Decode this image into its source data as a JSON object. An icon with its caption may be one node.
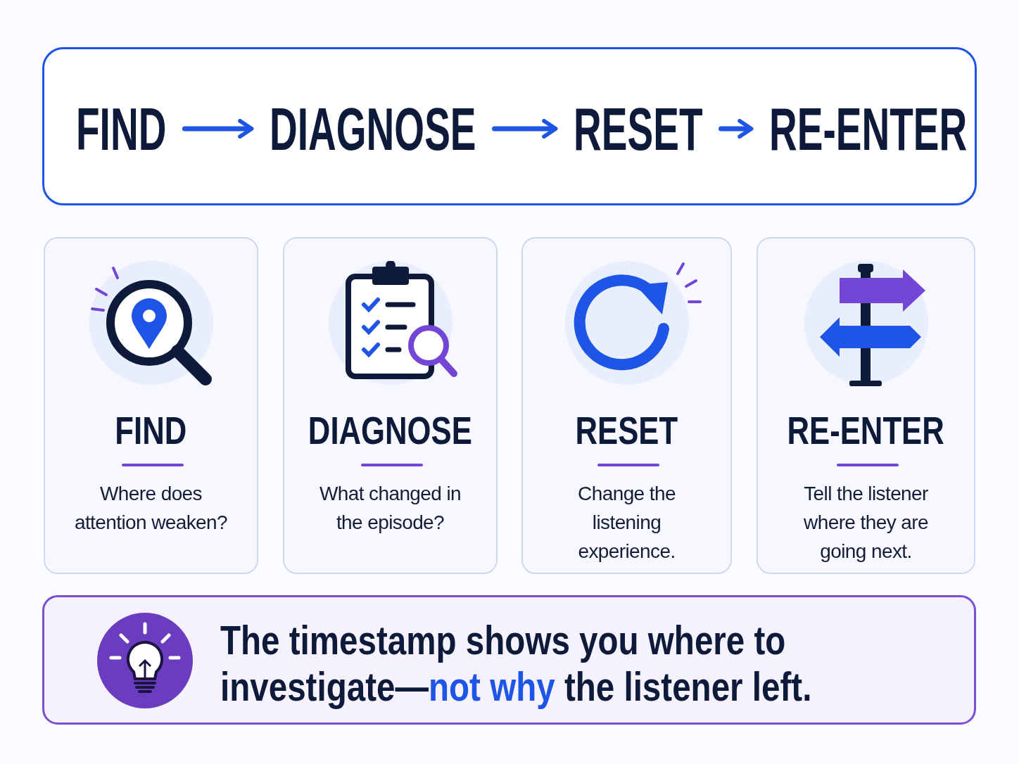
{
  "diagram": {
    "nodes": [
      {
        "text": [],
        "shape": "box"
      },
      {
        "text": [
          "FIND"
        ],
        "in": 0
      },
      {
        "text": [
          "DIAGNOSE"
        ],
        "in": 0
      },
      {
        "text": [
          "RESET"
        ],
        "in": 0
      },
      {
        "text": [
          "RE-ENTER"
        ],
        "in": 0
      },
      {
        "text": [
          "FIND",
          "Where does attention weaken?"
        ]
      },
      {
        "text": [
          "DIAGNOSE",
          "What changed in the episode?"
        ]
      },
      {
        "text": [
          "RESET",
          "Change the listening experience."
        ]
      },
      {
        "text": [
          "RE-ENTER",
          "Tell the listener where they are going next."
        ]
      },
      {
        "text": [
          "The timestamp shows you where to investigate—*not why* the listener left."
        ]
      }
    ],
    "edges": [
      {
        "from": 1,
        "to": 2,
        "arrow": "to",
        "color": "#1f55e6"
      },
      {
        "from": 2,
        "to": 3,
        "arrow": "to",
        "color": "#1f55e6"
      },
      {
        "from": 3,
        "to": 4,
        "arrow": "to",
        "color": "#1f55e6"
      }
    ]
  }
}
